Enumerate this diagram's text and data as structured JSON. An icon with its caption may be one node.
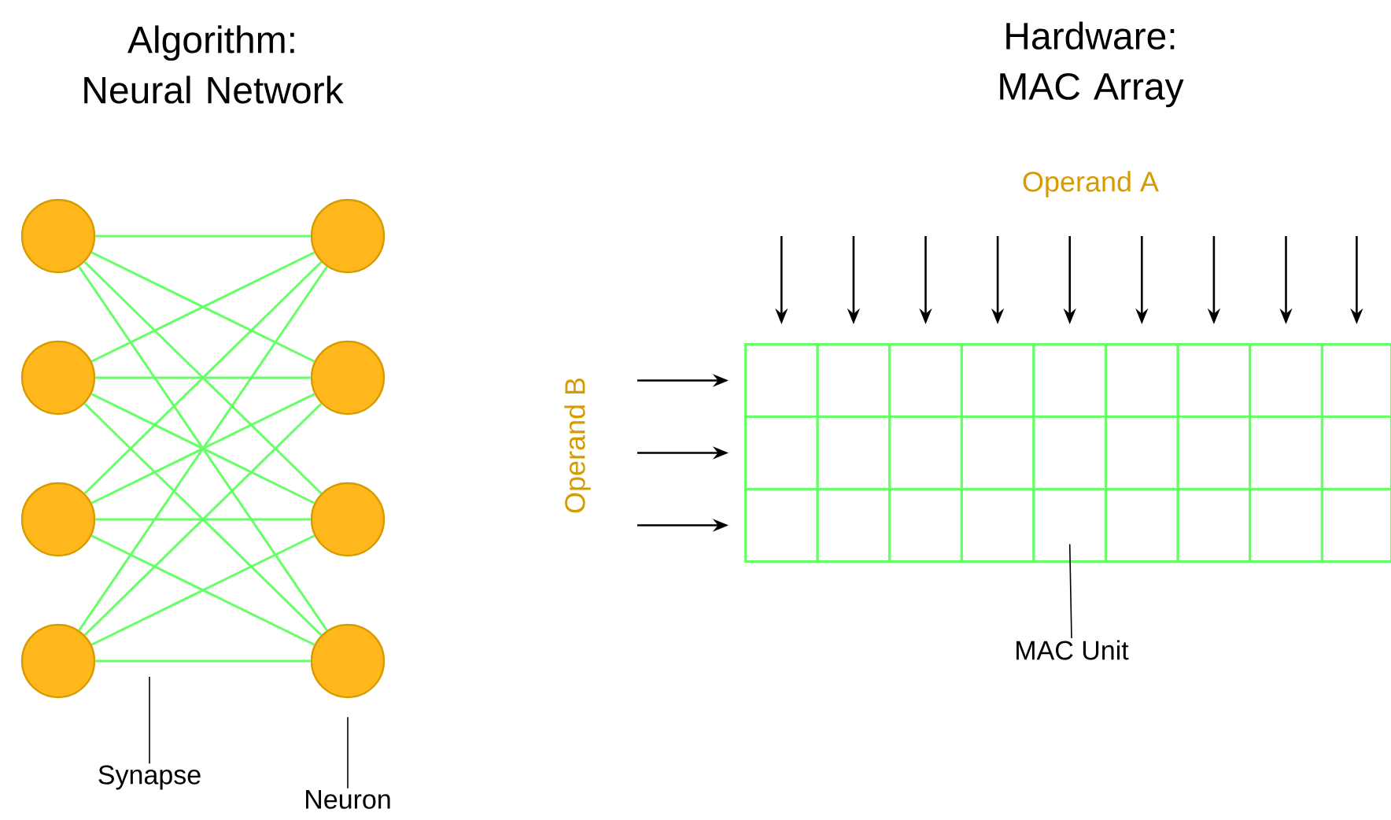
{
  "diagram": {
    "nodes": [
      {
        "text": [],
        "shape": "circle"
      },
      {
        "text": [],
        "shape": "circle"
      },
      {
        "text": [],
        "shape": "circle"
      },
      {
        "text": [],
        "shape": "circle"
      },
      {
        "text": [],
        "shape": "circle"
      },
      {
        "text": [],
        "shape": "circle"
      },
      {
        "text": [],
        "shape": "circle"
      },
      {
        "text": [],
        "shape": "circle"
      },
      {
        "text": [],
        "shape": "box"
      },
      {
        "text": [],
        "shape": "box"
      },
      {
        "text": [],
        "shape": "box"
      },
      {
        "text": [],
        "shape": "box"
      },
      {
        "text": [],
        "shape": "box"
      },
      {
        "text": [],
        "shape": "box"
      },
      {
        "text": [],
        "shape": "box"
      },
      {
        "text": [],
        "shape": "box"
      },
      {
        "text": [],
        "shape": "box"
      },
      {
        "text": [],
        "shape": "box"
      },
      {
        "text": [],
        "shape": "box"
      },
      {
        "text": [],
        "shape": "box"
      },
      {
        "text": [],
        "shape": "box"
      },
      {
        "text": [],
        "shape": "box"
      },
      {
        "text": [],
        "shape": "box"
      },
      {
        "text": [],
        "shape": "box"
      },
      {
        "text": [],
        "shape": "box"
      },
      {
        "text": [],
        "shape": "box"
      },
      {
        "text": [],
        "shape": "box"
      },
      {
        "text": [],
        "shape": "box"
      },
      {
        "text": [],
        "shape": "box"
      },
      {
        "text": [],
        "shape": "box"
      },
      {
        "text": [],
        "shape": "box"
      },
      {
        "text": [],
        "shape": "box"
      },
      {
        "text": [],
        "shape": "box"
      },
      {
        "text": [],
        "shape": "box"
      },
      {
        "text": [],
        "shape": "box"
      },
      {
        "text": [
          "Synapse"
        ]
      },
      {
        "text": [
          "Neuron"
        ]
      },
      {
        "text": [
          "MAC Unit"
        ]
      }
    ],
    "edges": [
      {
        "from": 0,
        "to": 4,
        "arrow": "none"
      },
      {
        "from": 0,
        "to": 5,
        "arrow": "none"
      },
      {
        "from": 0,
        "to": 6,
        "arrow": "none"
      },
      {
        "from": 0,
        "to": 7,
        "arrow": "none"
      },
      {
        "from": 1,
        "to": 4,
        "arrow": "none"
      },
      {
        "from": 1,
        "to": 5,
        "arrow": "none"
      },
      {
        "from": 1,
        "to": 6,
        "arrow": "none"
      },
      {
        "from": 1,
        "to": 7,
        "arrow": "none"
      },
      {
        "from": 2,
        "to": 4,
        "arrow": "none"
      },
      {
        "from": 2,
        "to": 5,
        "arrow": "none"
      },
      {
        "from": 2,
        "to": 6,
        "arrow": "none"
      },
      {
        "from": 2,
        "to": 7,
        "arrow": "none"
      },
      {
        "from": 3,
        "to": 4,
        "arrow": "none"
      },
      {
        "from": 3,
        "to": 5,
        "arrow": "none"
      },
      {
        "from": 3,
        "to": 6,
        "arrow": "none"
      },
      {
        "from": 3,
        "to": 7,
        "arrow": "none"
      },
      {
        "from": 35,
        "to": null,
        "arrow": "none",
        "color": "#000000"
      },
      {
        "from": 36,
        "to": 7,
        "arrow": "none",
        "color": "#000000"
      },
      {
        "from": 37,
        "to": 30,
        "arrow": "none",
        "color": "#000000"
      },
      {
        "from": null,
        "to": 8,
        "arrow": "to",
        "color": "#000000"
      },
      {
        "from": null,
        "to": 9,
        "arrow": "to",
        "color": "#000000"
      },
      {
        "from": null,
        "to": 10,
        "arrow": "to",
        "color": "#000000"
      },
      {
        "from": null,
        "to": 11,
        "arrow": "to",
        "color": "#000000"
      },
      {
        "from": null,
        "to": 12,
        "arrow": "to",
        "color": "#000000"
      },
      {
        "from": null,
        "to": 13,
        "arrow": "to",
        "color": "#000000"
      },
      {
        "from": null,
        "to": 14,
        "arrow": "to",
        "color": "#000000"
      },
      {
        "from": null,
        "to": 15,
        "arrow": "to",
        "color": "#000000"
      },
      {
        "from": null,
        "to": 16,
        "arrow": "to",
        "color": "#000000"
      },
      {
        "from": null,
        "to": 8,
        "arrow": "to",
        "color": "#000000"
      },
      {
        "from": null,
        "to": 17,
        "arrow": "to",
        "color": "#000000"
      },
      {
        "from": null,
        "to": 26,
        "arrow": "to",
        "color": "#000000"
      }
    ],
    "labels": [
      "Algorithm: Neural Network",
      "Hardware: MAC Array",
      "Operand A",
      "Operand B"
    ]
  }
}
